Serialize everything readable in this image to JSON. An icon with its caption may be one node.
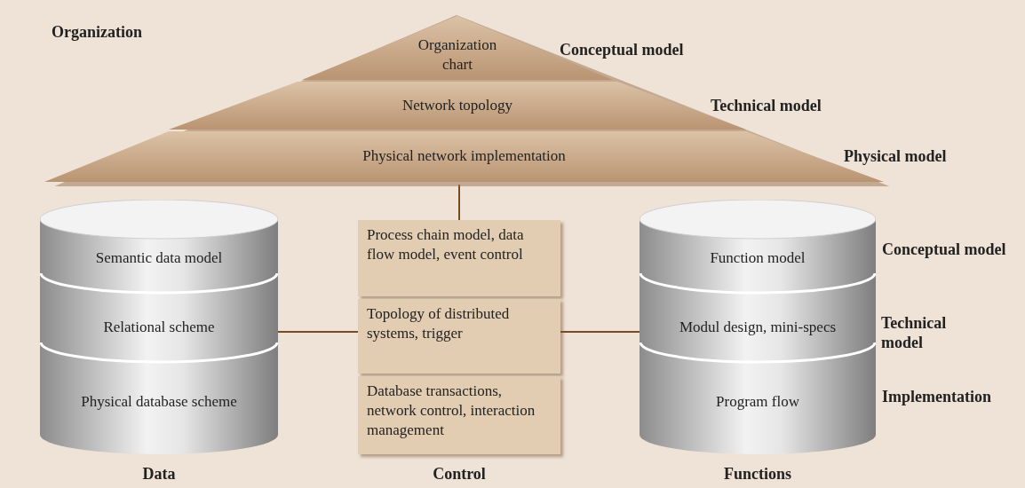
{
  "diagram": {
    "nodes": [
      {
        "text": [
          "Organization"
        ]
      },
      {
        "text": [
          "Organization chart"
        ],
        "in": 0,
        "beside": [
          "Conceptual model"
        ]
      },
      {
        "text": [
          "Network topology"
        ],
        "in": 0,
        "beside": [
          "Technical model"
        ]
      },
      {
        "text": [
          "Physical network implementation"
        ],
        "in": 0,
        "beside": [
          "Physical model"
        ]
      },
      {
        "text": [
          "Data"
        ]
      },
      {
        "text": [
          "Semantic data model"
        ],
        "in": 4
      },
      {
        "text": [
          "Relational scheme"
        ],
        "in": 4
      },
      {
        "text": [
          "Physical database scheme"
        ],
        "in": 4
      },
      {
        "text": [
          "Control"
        ]
      },
      {
        "text": [
          "Process chain model, data flow model, event control"
        ],
        "in": 8
      },
      {
        "text": [
          "Topology of distributed systems, trigger"
        ],
        "in": 8
      },
      {
        "text": [
          "Database transactions, network control, interaction management"
        ],
        "in": 8
      },
      {
        "text": [
          "Functions"
        ]
      },
      {
        "text": [
          "Function model"
        ],
        "in": 12
      },
      {
        "text": [
          "Modul design, mini-specs"
        ],
        "in": 12,
        "beside": [
          "Technical model"
        ]
      },
      {
        "text": [
          "Program flow"
        ],
        "in": 12
      }
    ],
    "labels": [
      "Conceptual model",
      "Implementation"
    ],
    "edges": [
      {
        "from": 0,
        "to": 8,
        "arrow": "none"
      },
      {
        "from": 4,
        "to": 8,
        "arrow": "none"
      },
      {
        "from": 8,
        "to": 12,
        "arrow": "none"
      }
    ]
  }
}
